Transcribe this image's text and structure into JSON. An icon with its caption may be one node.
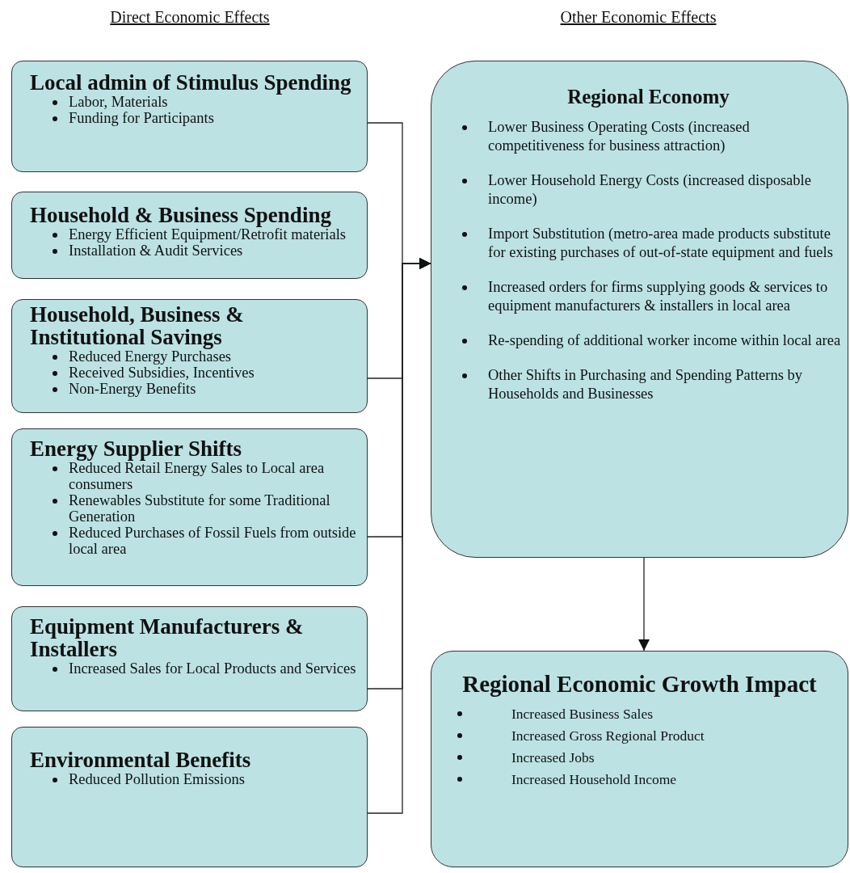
{
  "diagram": {
    "nodes": [
      {
        "text": [
          "Local admin of Stimulus Spending",
          "Labor,  Materials",
          "Funding for Participants"
        ]
      },
      {
        "text": [
          "Household & Business Spending",
          "Energy Efficient Equipment/Retrofit materials",
          "Installation & Audit Services"
        ]
      },
      {
        "text": [
          "Household, Business & Institutional Savings",
          "Reduced Energy Purchases",
          "Received Subsidies, Incentives",
          "Non-Energy Benefits"
        ]
      },
      {
        "text": [
          "Energy Supplier Shifts",
          "Reduced Retail Energy Sales to Local area consumers",
          "Renewables Substitute for some Traditional Generation",
          "Reduced Purchases of Fossil Fuels from outside local area"
        ]
      },
      {
        "text": [
          "Equipment Manufacturers & Installers",
          "Increased Sales for Local Products and Services"
        ]
      },
      {
        "text": [
          "Environmental Benefits",
          "Reduced Pollution Emissions"
        ]
      },
      {
        "text": [
          "Regional Economy",
          "Lower Business Operating Costs (increased competitiveness for business attraction)",
          "Lower Household Energy Costs (increased disposable income)",
          "Import  Substitution (metro-area made products substitute for existing purchases of out-of-state equipment and fuels",
          "Increased orders for firms supplying goods & services to equipment manufacturers & installers in local area",
          "Re-spending of additional worker income within local area",
          "Other Shifts in Purchasing and Spending Patterns by Households and Businesses"
        ]
      },
      {
        "text": [
          "Regional Economic Growth Impact",
          "Increased Business Sales",
          "Increased Gross Regional Product",
          "Increased Jobs",
          "Increased Household Income"
        ]
      }
    ],
    "edges": [
      {
        "from": 0,
        "to": 6,
        "arrow": "to"
      },
      {
        "from": 2,
        "to": 6,
        "arrow": "to"
      },
      {
        "from": 3,
        "to": 6,
        "arrow": "to"
      },
      {
        "from": 4,
        "to": 6,
        "arrow": "to"
      },
      {
        "from": 5,
        "to": 6,
        "arrow": "to"
      },
      {
        "from": 6,
        "to": 7,
        "arrow": "to"
      }
    ],
    "labels": [
      "Direct Economic Effects",
      "Other Economic Effects"
    ]
  }
}
